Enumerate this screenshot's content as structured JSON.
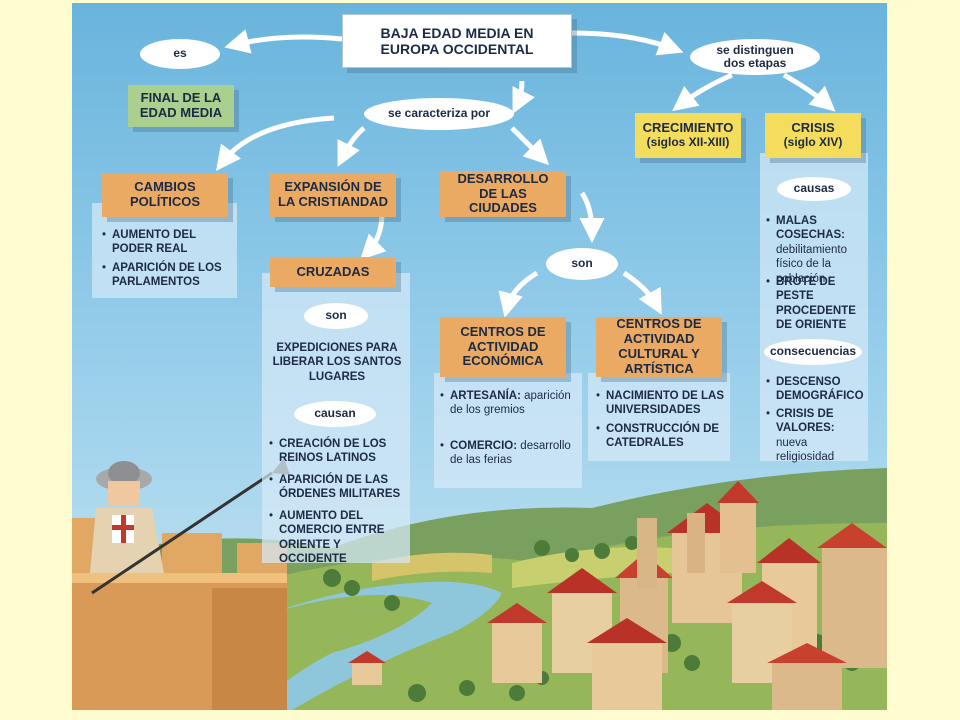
{
  "root": "BAJA EDAD MEDIA EN EUROPA OCCIDENTAL",
  "links": {
    "es": "es",
    "se_distinguen": "se distinguen dos etapas",
    "se_caracteriza": "se caracteriza por",
    "son_ciudades": "son",
    "son_cruzadas": "son",
    "causan": "causan",
    "causas": "causas",
    "consecuencias": "consecuencias"
  },
  "final": "FINAL DE LA EDAD MEDIA",
  "etapas": {
    "crecimiento_title": "CRECIMIENTO",
    "crecimiento_sub": "(siglos XII-XIII)",
    "crisis_title": "CRISIS",
    "crisis_sub": "(siglo XIV)"
  },
  "cambios": {
    "title": "CAMBIOS POLÍTICOS",
    "items": [
      "AUMENTO DEL PODER REAL",
      "APARICIÓN DE LOS PARLAMENTOS"
    ]
  },
  "expansion": {
    "title": "EXPANSIÓN DE LA CRISTIANDAD",
    "cruzadas": "CRUZADAS",
    "definicion": "EXPEDICIONES PARA LIBERAR LOS SANTOS LUGARES",
    "items": [
      "CREACIÓN DE LOS REINOS LATINOS",
      "APARICIÓN DE LAS ÓRDENES MILITARES",
      "AUMENTO DEL COMERCIO ENTRE ORIENTE Y OCCIDENTE"
    ]
  },
  "ciudades": {
    "title": "DESARROLLO DE LAS CIUDADES",
    "economica": {
      "title": "CENTROS DE ACTIVIDAD ECONÓMICA",
      "items": [
        {
          "head": "ARTESANÍA:",
          "text": "aparición de los gremios"
        },
        {
          "head": "COMERCIO:",
          "text": "desarrollo de las ferias"
        }
      ]
    },
    "cultural": {
      "title": "CENTROS DE ACTIVIDAD CULTURAL Y ARTÍSTICA",
      "items": [
        "NACIMIENTO DE LAS UNIVERSIDADES",
        "CONSTRUCCIÓN DE CATEDRALES"
      ]
    }
  },
  "crisis_detail": {
    "causas": [
      {
        "head": "MALAS COSECHAS:",
        "text": "debilitamiento físico de la población"
      },
      {
        "head": "BROTE DE PESTE PROCEDENTE DE ORIENTE",
        "text": ""
      }
    ],
    "consecuencias": [
      {
        "head": "DESCENSO DEMOGRÁFICO",
        "text": ""
      },
      {
        "head": "CRISIS DE VALORES:",
        "text": "nueva religiosidad"
      }
    ]
  }
}
